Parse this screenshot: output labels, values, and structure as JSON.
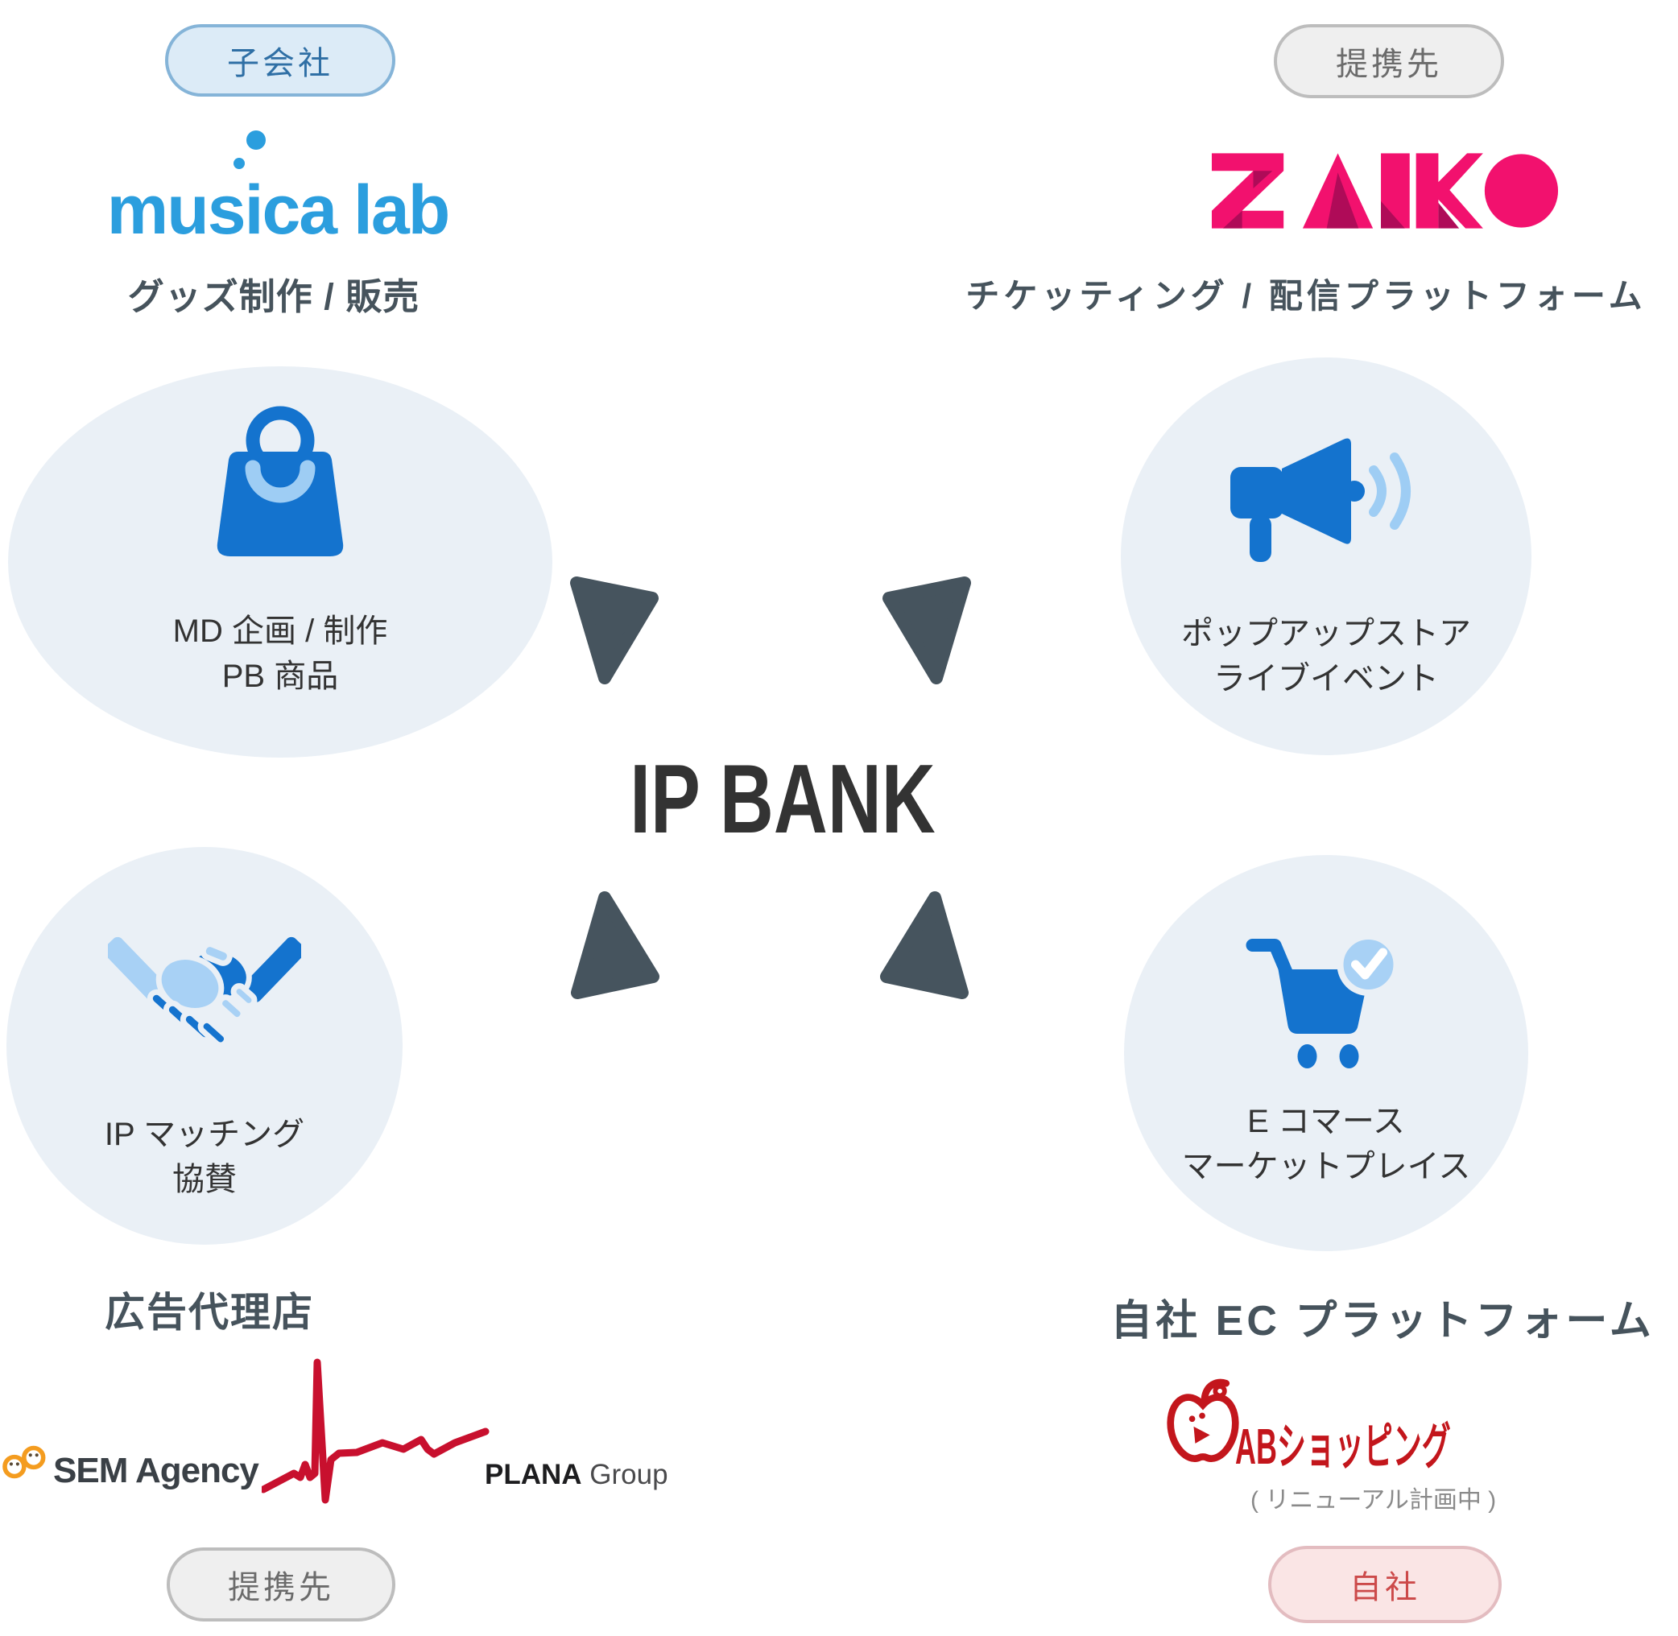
{
  "center": {
    "title": "IP BANK"
  },
  "quadrants": {
    "top_left": {
      "badge": "子会社",
      "logo": "musica lab",
      "heading": "グッズ制作 / 販売",
      "bubble": {
        "line1": "MD 企画 / 制作",
        "line2": "PB 商品"
      }
    },
    "top_right": {
      "badge": "提携先",
      "logo": "ZAIKO",
      "heading": "チケッティング / 配信プラットフォーム",
      "bubble": {
        "line1": "ポップアップストア",
        "line2": "ライブイベント"
      }
    },
    "bottom_left": {
      "badge": "提携先",
      "heading": "広告代理店",
      "partner_logos": {
        "sem": "SEM Agency",
        "plana_name": "PLANA",
        "plana_suffix": "Group"
      },
      "bubble": {
        "line1": "IP マッチング",
        "line2": "協賛"
      }
    },
    "bottom_right": {
      "badge": "自社",
      "heading": "自社 EC プラットフォーム",
      "logo": "ABショッピング",
      "logo_note": "( リニューアル計画中 )",
      "bubble": {
        "line1": "E コマース",
        "line2": "マーケットプレイス"
      }
    }
  },
  "colors": {
    "heading_text": "#46535C",
    "bubble_bg": "#EAF0F6",
    "bubble_text": "#333333",
    "arrow": "#46545E",
    "icon_blue": "#1473CE",
    "icon_light_blue": "#A8D1F5",
    "musica_blue": "#2B9EDE",
    "zaiko_pink": "#F2116E",
    "zaiko_dark_pink": "#AF0B58",
    "sem_orange": "#F49C1F",
    "plana_red": "#C8102E",
    "ab_red": "#C3161C",
    "badge_blue_bg": "#DCEBF7",
    "badge_gray_bg": "#EFEFEF",
    "badge_pink_bg": "#FAE5E5"
  }
}
